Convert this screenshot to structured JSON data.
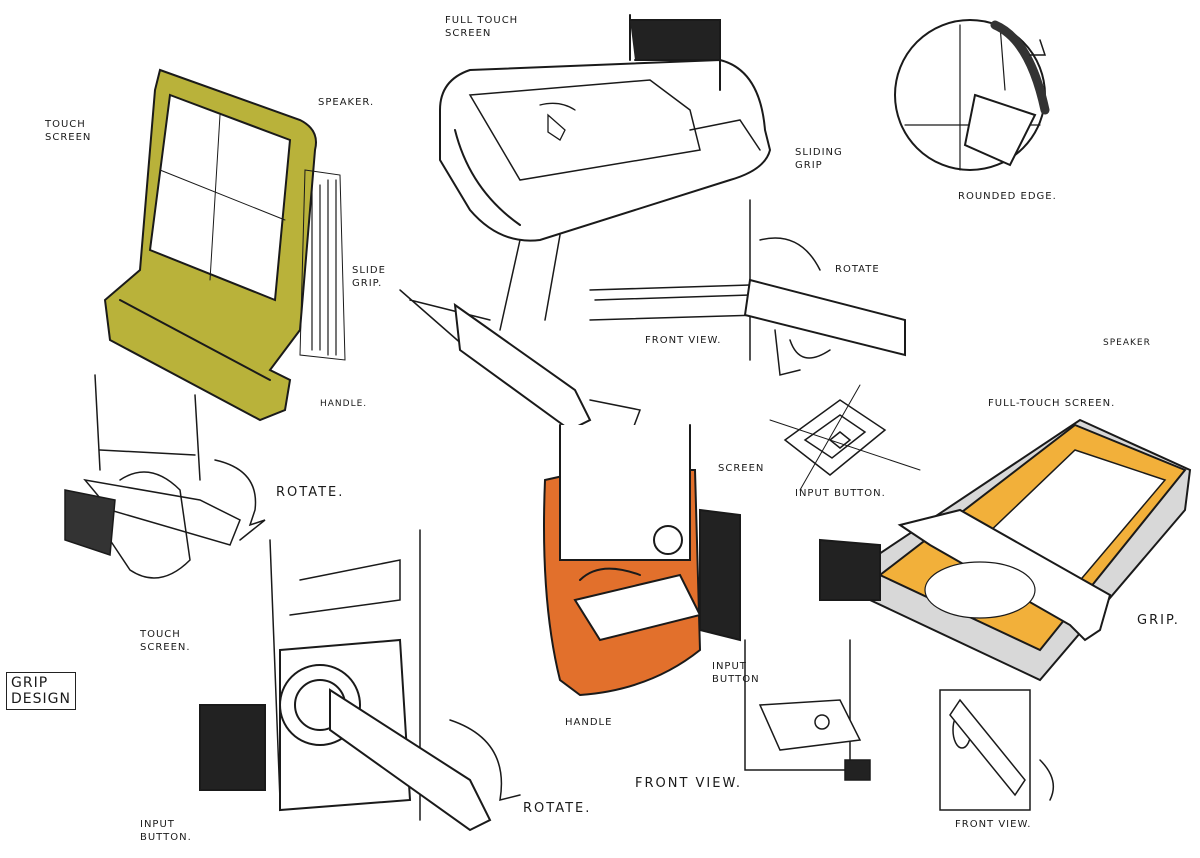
{
  "colors": {
    "yellow_device": "#b9b23a",
    "orange_device": "#e2702c",
    "amber_device": "#f2b03a",
    "ink": "#1a1a1a"
  },
  "labels": {
    "full_touch_screen_top": "Full touch screen",
    "speaker_left": "Speaker.",
    "touch_screen_left": "Touch screen",
    "sliding_grip": "Sliding grip",
    "rounded_edge": "Rounded edge.",
    "slide_grip": "Slide grip.",
    "rotate_top": "Rotate",
    "front_view_top": "Front view.",
    "speaker_right": "Speaker",
    "full_touch_screen_right": "Full-touch screen.",
    "handle_left": "Handle.",
    "rotate_left": "Rotate.",
    "screen_center": "Screen",
    "input_button_top": "Input button.",
    "touch_screen_bottom": "Touch screen.",
    "grip_design": "Grip design",
    "input_button_center": "Input button",
    "handle_center": "Handle",
    "grip_right": "Grip.",
    "front_view_bottom": "Front view.",
    "rotate_bottom": "Rotate.",
    "input_button_bottom": "Input button.",
    "front_view_right": "Front view."
  }
}
